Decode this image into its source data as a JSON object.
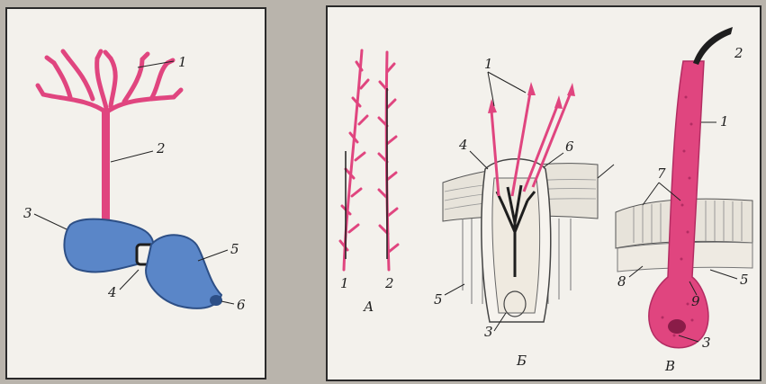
{
  "colors": {
    "pink": "#e0457f",
    "pink_light": "#ee88aa",
    "blue": "#5a86c8",
    "blue_dark": "#2d4f86",
    "ink": "#1e1e1e"
  },
  "left_figure": {
    "labels": [
      "1",
      "2",
      "3",
      "4",
      "5",
      "6"
    ]
  },
  "right_figure": {
    "a": {
      "labels": [
        "1",
        "2"
      ],
      "caption": "А"
    },
    "b": {
      "labels": [
        "1",
        "4",
        "6",
        "5",
        "3"
      ],
      "caption": "Б"
    },
    "c": {
      "labels": [
        "2",
        "1",
        "7",
        "8",
        "9",
        "5",
        "3"
      ],
      "caption": "В"
    }
  }
}
